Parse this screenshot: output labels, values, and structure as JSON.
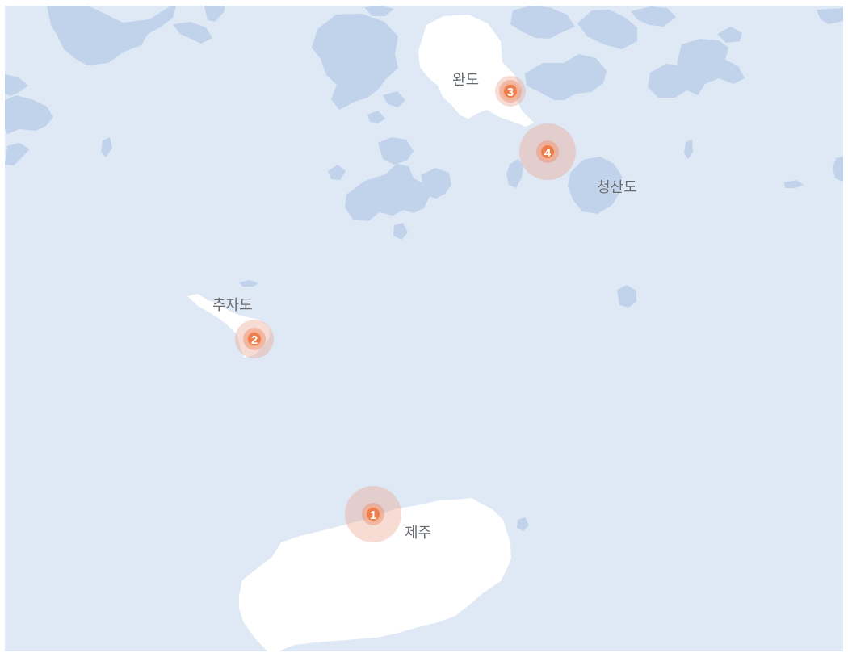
{
  "map": {
    "water_color": "#dfe8f5",
    "island_color": "#c0d3eb",
    "highlight_land_color": "#ffffff",
    "border_color": "#ffffff"
  },
  "labels": {
    "wando": "완도",
    "cheongsando": "청산도",
    "chujado": "추자도",
    "jeju": "제주"
  },
  "markers": {
    "jeju": "1",
    "chujado": "2",
    "wando": "3",
    "cheongsan": "4"
  }
}
